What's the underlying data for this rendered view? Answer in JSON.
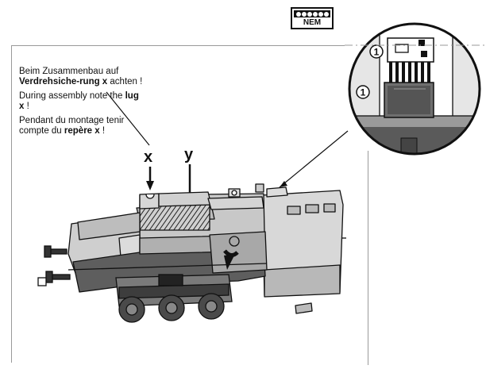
{
  "badge": {
    "text": "NEM"
  },
  "notes": {
    "de": {
      "t1": "Beim Zusammenbau auf ",
      "b1": "Verdrehsiche-rung x",
      "t2": " achten !"
    },
    "en": {
      "t1": "During assembly note the ",
      "b1": "lug x",
      "t2": " !"
    },
    "fr": {
      "t1": "Pendant du montage tenir compte du ",
      "b1": "repère x",
      "t2": " !"
    }
  },
  "labels": {
    "x": "x",
    "y": "y"
  },
  "callout": {
    "marker": "1"
  },
  "colors": {
    "line": "#111111",
    "body": "#c8c8c8",
    "dark": "#555555",
    "frame": "#9a9a9a"
  }
}
